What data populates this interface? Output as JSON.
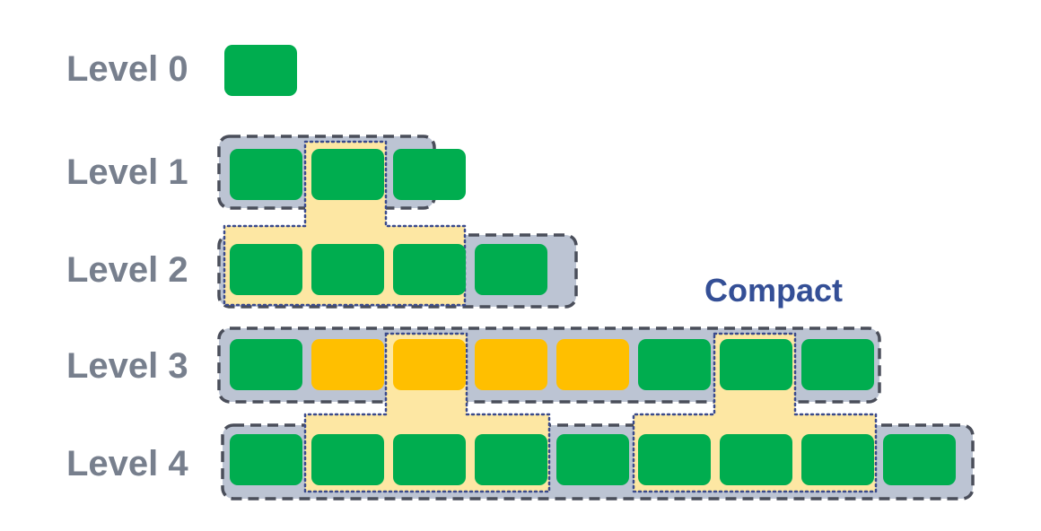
{
  "levels": [
    {
      "label": "Level 0",
      "blocks": [
        "green"
      ]
    },
    {
      "label": "Level 1",
      "blocks": [
        "green",
        "green",
        "green"
      ]
    },
    {
      "label": "Level 2",
      "blocks": [
        "green",
        "green",
        "green",
        "green"
      ]
    },
    {
      "label": "Level 3",
      "blocks": [
        "green",
        "orange",
        "orange",
        "orange",
        "orange",
        "green",
        "green",
        "green"
      ]
    },
    {
      "label": "Level 4",
      "blocks": [
        "green",
        "green",
        "green",
        "green",
        "green",
        "green",
        "green",
        "green",
        "green"
      ]
    }
  ],
  "annotation": {
    "compact_label": "Compact"
  },
  "colors": {
    "block_green": "#00ad4f",
    "block_orange": "#ffbf00",
    "level_box_fill": "#bcc4d3",
    "level_box_border": "#4a4e5a",
    "compaction_fill": "#fde7a3",
    "compaction_border": "#3a4a8c",
    "level_label": "#777f8d",
    "compact_text": "#344f96"
  }
}
